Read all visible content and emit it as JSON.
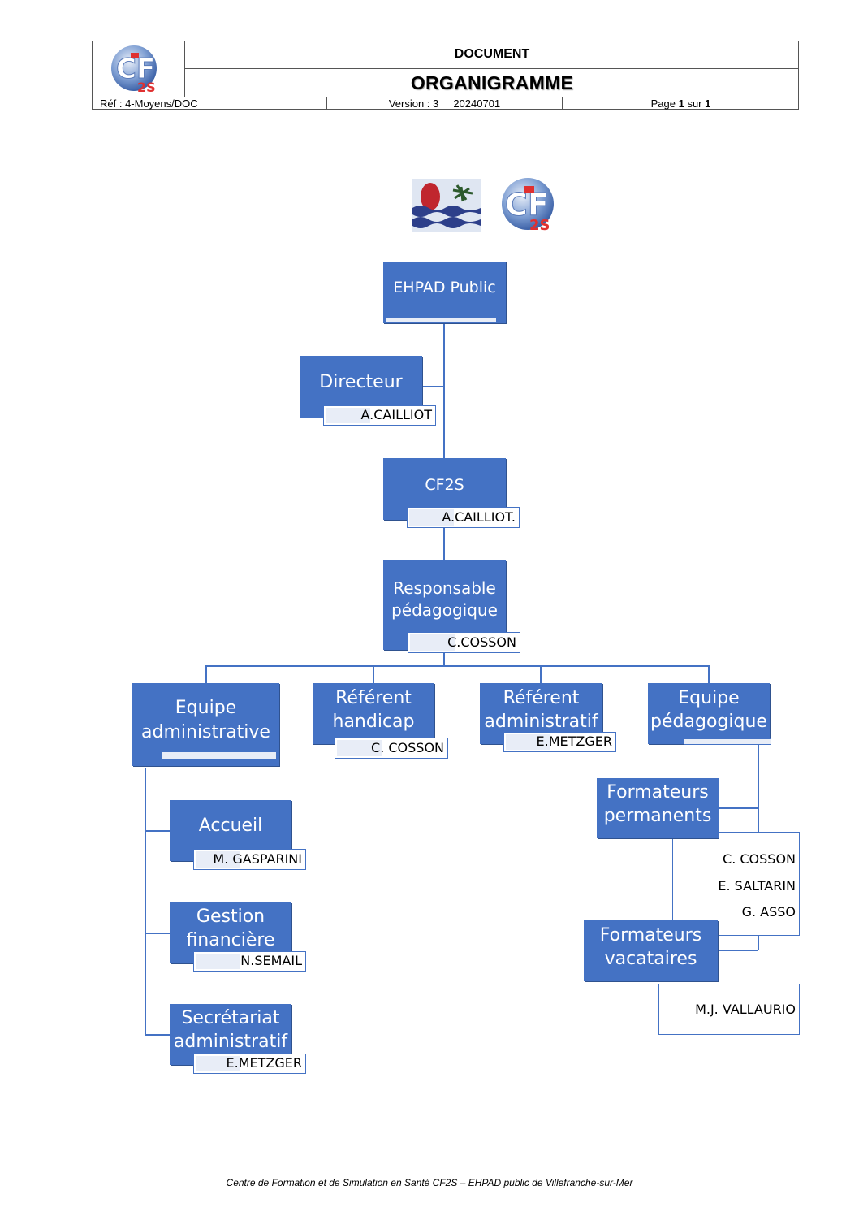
{
  "header": {
    "doc_label": "DOCUMENT",
    "title": "ORGANIGRAMME",
    "ref": "Réf : 4-Moyens/DOC",
    "version": "Version : 3     20240701",
    "page_prefix": "Page ",
    "page_num": "1",
    "page_mid": " sur ",
    "page_total": "1",
    "logo_text": "CF2S"
  },
  "colors": {
    "box": "#4472c4",
    "line": "#4472c4"
  },
  "org": {
    "ehpad": {
      "title": "EHPAD Public"
    },
    "directeur": {
      "title": "Directeur",
      "name": "A.CAILLIOT"
    },
    "cf2s": {
      "title": "CF2S",
      "name": "A.CAILLIOT."
    },
    "responsable": {
      "title1": "Responsable",
      "title2": "pédagogique",
      "name": "C.COSSON"
    },
    "equipe_admin": {
      "title1": "Equipe",
      "title2": "administrative"
    },
    "referent_handicap": {
      "title1": "Référent",
      "title2": "handicap",
      "name": "C. COSSON"
    },
    "referent_admin": {
      "title1": "Référent",
      "title2": "administratif",
      "name": "E.METZGER"
    },
    "equipe_peda": {
      "title1": "Equipe",
      "title2": "pédagogique"
    },
    "accueil": {
      "title": "Accueil",
      "name": "M. GASPARINI"
    },
    "gestion": {
      "title1": "Gestion",
      "title2": "financière",
      "name": "N.SEMAIL"
    },
    "secretariat": {
      "title1": "Secrétariat",
      "title2": "administratif",
      "name": "E.METZGER"
    },
    "form_perm": {
      "title1": "Formateurs",
      "title2": "permanents",
      "names": [
        "C. COSSON",
        "E. SALTARIN",
        "G. ASSO"
      ]
    },
    "form_vac": {
      "title1": "Formateurs",
      "title2": "vacataires",
      "name": "M.J. VALLAURIO"
    }
  },
  "footer": "Centre de Formation et de Simulation en Santé CF2S – EHPAD public de Villefranche-sur-Mer"
}
